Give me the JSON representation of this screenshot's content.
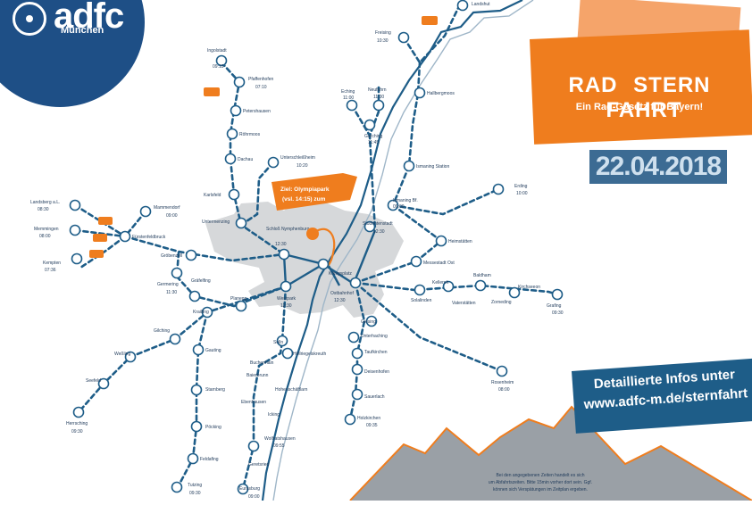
{
  "logo": {
    "name": "adfc",
    "city": "München"
  },
  "banner": {
    "title_left": "RAD",
    "title_mid": "STERN",
    "title_right": "FAHRT",
    "subtitle": "Ein  Rad-Gesetz für  Bayern!",
    "date": "22.04.2018"
  },
  "destination": {
    "line1": "Ziel: Olympiapark",
    "line2": "(vsl. 14:15) zum"
  },
  "info": {
    "line1": "Detaillierte Infos unter",
    "line2": "www.adfc-m.de/sternfahrt"
  },
  "note": {
    "line1": "Bei den angegebenen Zeiten handelt es sich",
    "line2": "um Abfahrtszeiten. Bitte 15min vorher dort sein. Ggf.",
    "line3": "können sich Verspätungen im Zeitplan ergeben."
  },
  "stops": [
    {
      "name": "Landshut",
      "time": ""
    },
    {
      "name": "Freising",
      "time": "10:30"
    },
    {
      "name": "Hallbergmoos",
      "time": ""
    },
    {
      "name": "Neufahrn",
      "time": "11:00"
    },
    {
      "name": "Eching",
      "time": "11:00"
    },
    {
      "name": "Garching",
      "time": "11:45"
    },
    {
      "name": "Ismaning Station",
      "time": ""
    },
    {
      "name": "Ismaning Bf.",
      "time": "09:00"
    },
    {
      "name": "Erding",
      "time": "10:00"
    },
    {
      "name": "Heimstätten",
      "time": ""
    },
    {
      "name": "Messestadt Ost",
      "time": ""
    },
    {
      "name": "Studentenstadt",
      "time": "12:30"
    },
    {
      "name": "Ingolstadt",
      "time": "09:15"
    },
    {
      "name": "Pfaffenhofen",
      "time": "07:10"
    },
    {
      "name": "Petershausen",
      "time": ""
    },
    {
      "name": "Röhrmoos",
      "time": ""
    },
    {
      "name": "Dachau",
      "time": ""
    },
    {
      "name": "Unterschleißheim",
      "time": "10:20"
    },
    {
      "name": "Karlsfeld",
      "time": ""
    },
    {
      "name": "Untermenzing",
      "time": ""
    },
    {
      "name": "Schloß Nymphenburg",
      "time": "12:30"
    },
    {
      "name": "Mammendorf",
      "time": "09:00"
    },
    {
      "name": "Fürstenfeldbruck",
      "time": ""
    },
    {
      "name": "Landsberg a.L.",
      "time": "08:30"
    },
    {
      "name": "Memmingen",
      "time": "08:00"
    },
    {
      "name": "Kempten",
      "time": "07:36"
    },
    {
      "name": "Gröbenzell",
      "time": ""
    },
    {
      "name": "Germering",
      "time": "11:30"
    },
    {
      "name": "Gräfelfing",
      "time": ""
    },
    {
      "name": "Planegg",
      "time": ""
    },
    {
      "name": "Westpark",
      "time": "12:30"
    },
    {
      "name": "Königsplatz",
      "time": ""
    },
    {
      "name": "Ostbahnhof",
      "time": "12:30"
    },
    {
      "name": "Solalinden",
      "time": ""
    },
    {
      "name": "Kelleroh",
      "time": ""
    },
    {
      "name": "Vaterstätten",
      "time": ""
    },
    {
      "name": "Baldham",
      "time": ""
    },
    {
      "name": "Zorneding",
      "time": ""
    },
    {
      "name": "Kirchseeon",
      "time": ""
    },
    {
      "name": "Grafing",
      "time": "09:30"
    },
    {
      "name": "Giesing",
      "time": ""
    },
    {
      "name": "Unterhaching",
      "time": ""
    },
    {
      "name": "Taufkirchen",
      "time": ""
    },
    {
      "name": "Deisenhofen",
      "time": ""
    },
    {
      "name": "Sauerlach",
      "time": ""
    },
    {
      "name": "Holzkirchen",
      "time": "09:35"
    },
    {
      "name": "Rosenheim",
      "time": "08:00"
    },
    {
      "name": "Krailling",
      "time": ""
    },
    {
      "name": "Gilching",
      "time": ""
    },
    {
      "name": "Weßling",
      "time": ""
    },
    {
      "name": "Seefeld",
      "time": ""
    },
    {
      "name": "Herrsching",
      "time": "09:30"
    },
    {
      "name": "Gauting",
      "time": ""
    },
    {
      "name": "Starnberg",
      "time": ""
    },
    {
      "name": "Pöcking",
      "time": ""
    },
    {
      "name": "Feldafing",
      "time": ""
    },
    {
      "name": "Tutzing",
      "time": "09:30"
    },
    {
      "name": "Solln",
      "time": ""
    },
    {
      "name": "Höllriegelskreuth",
      "time": ""
    },
    {
      "name": "Buchenhain",
      "time": ""
    },
    {
      "name": "Baierbrunn",
      "time": ""
    },
    {
      "name": "Hohenschäftlarn",
      "time": ""
    },
    {
      "name": "Ebenhausen",
      "time": ""
    },
    {
      "name": "Icking",
      "time": ""
    },
    {
      "name": "Wolfratshausen",
      "time": "09:55"
    },
    {
      "name": "Geretsried",
      "time": ""
    },
    {
      "name": "Eurasburg",
      "time": "09:00"
    }
  ],
  "colors": {
    "route": "#1e5d88",
    "city": "#d6d8da",
    "river": "#1e5d88",
    "accent": "#ef7d1e",
    "logo": "#1e4f86",
    "mountains": "#9aa0a6"
  }
}
